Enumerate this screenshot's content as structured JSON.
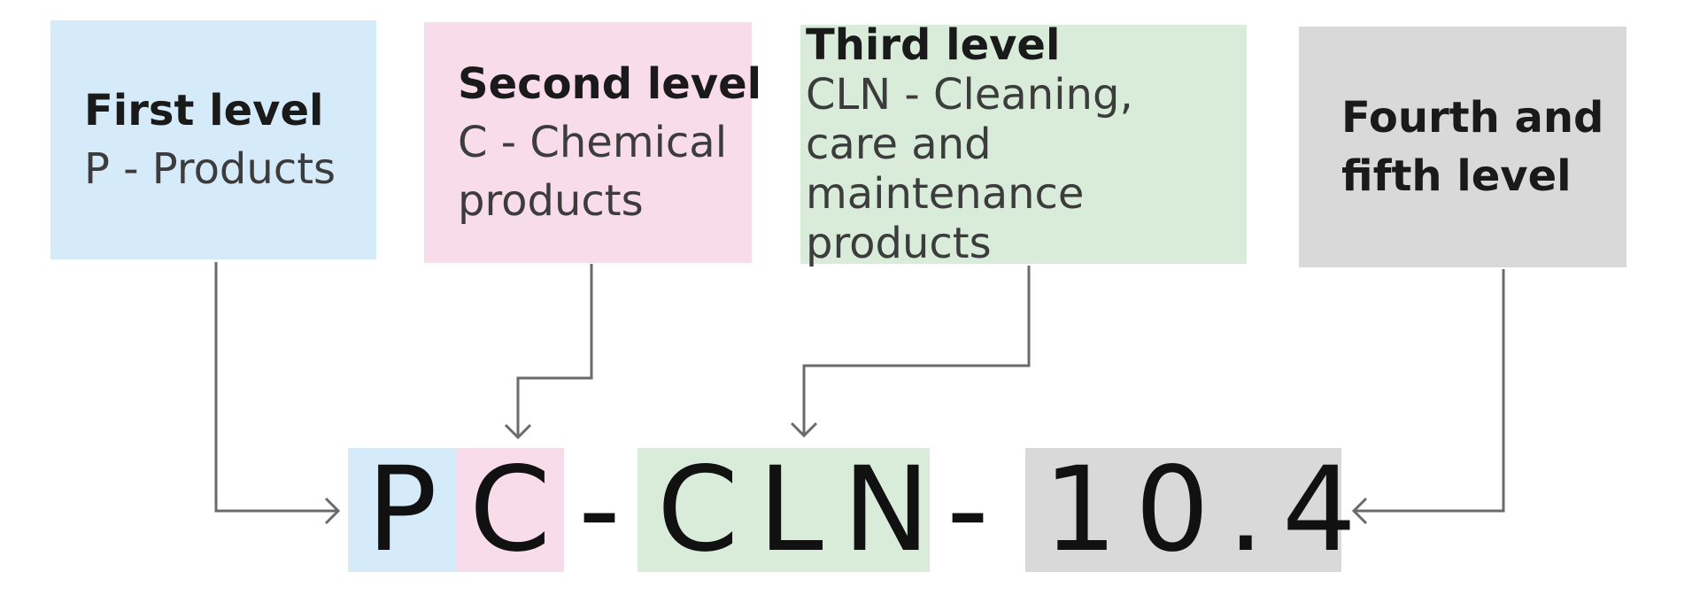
{
  "levels": [
    {
      "title": "First level",
      "description": "P - Products",
      "color": "#d6ebf9"
    },
    {
      "title": "Second level",
      "description": "C - Chemical products",
      "color": "#f9dcea"
    },
    {
      "title": "Third level",
      "description": "CLN - Cleaning, care and maintenance products",
      "color": "#d8ecd9"
    },
    {
      "title": "Fourth and fifth level",
      "description": "",
      "color": "#d9d9d9"
    }
  ],
  "code": {
    "p": "P",
    "c": "C",
    "dash1": "-",
    "cln": "CLN",
    "dash2": "-",
    "number": "10.4"
  },
  "connector_color": "#6b6b6b"
}
